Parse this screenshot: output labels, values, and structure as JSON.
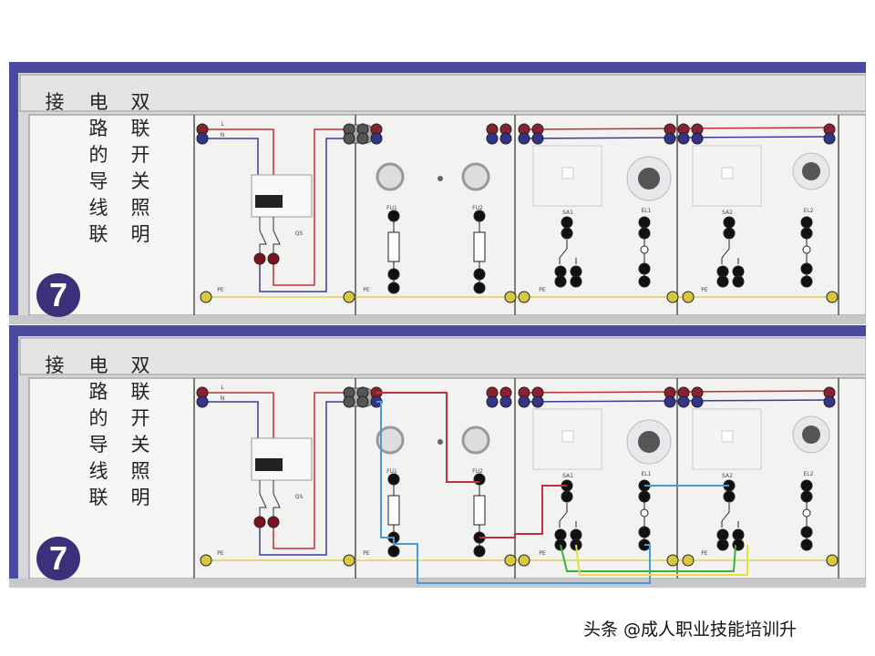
{
  "title": {
    "char1": "接",
    "col2": "电路的导线联",
    "col3": "双联开关照明",
    "number": "7"
  },
  "labels": {
    "L": "L",
    "N": "N",
    "QS": "QS",
    "FU1": "FU1",
    "FU2": "FU2",
    "SA1": "SA1",
    "EL1": "EL1",
    "SA2": "SA2",
    "EL2": "EL2",
    "PE": "PE"
  },
  "watermark": "头条 @成人职业技能培训升",
  "colors": {
    "frame": "#4a4aa0",
    "live": "#c0303a",
    "neutral": "#3a3aa0",
    "pe": "#d8c840",
    "jumper_blue": "#4a9ad8",
    "jumper_green": "#3ab040",
    "jumper_yellow": "#e8e030",
    "badge": "#3d2f7a"
  }
}
